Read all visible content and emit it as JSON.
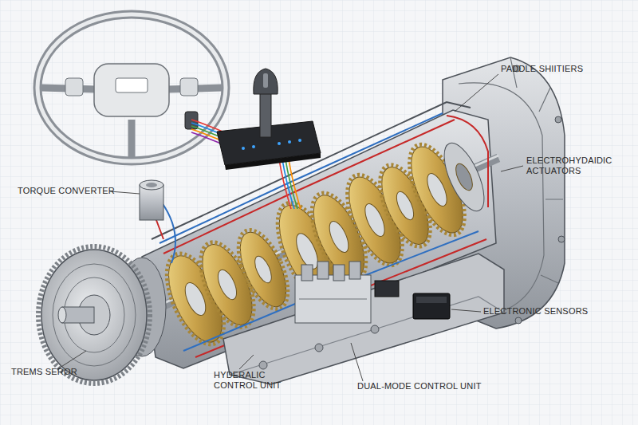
{
  "diagram": {
    "labels": [
      "PADDLE SHIITIERS",
      "ELECTROHYDAIDIC ACTUATORS",
      "TORQUE CONVERTER",
      "ELECTRONIC SENSORS",
      "TREMS SEROR",
      "HYDERALIC CONTROL UNIT",
      "DUAL-MODE CONTROL UNIT"
    ]
  }
}
